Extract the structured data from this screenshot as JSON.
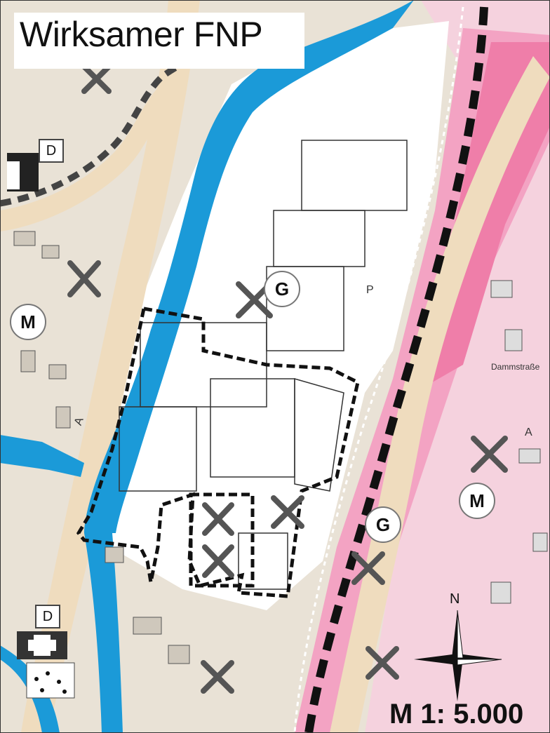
{
  "title": "Wirksamer FNP",
  "scale": "M 1: 5.000",
  "north": "N",
  "street_label": "Dammstraße",
  "labels": {
    "g_top": "G",
    "g_bottom": "G",
    "m_left": "M",
    "m_right": "M",
    "d_top": "D",
    "d_bottom": "D",
    "p": "P",
    "a_left": "A",
    "a_right": "A"
  },
  "legend_colors": {
    "water": "#1b9ad8",
    "road_beige": "#efdcbe",
    "rail_pink": "#f08fb6",
    "mixed_area": "#f2d7e0",
    "industrial": "#ffffff",
    "boundary": "#111111"
  }
}
